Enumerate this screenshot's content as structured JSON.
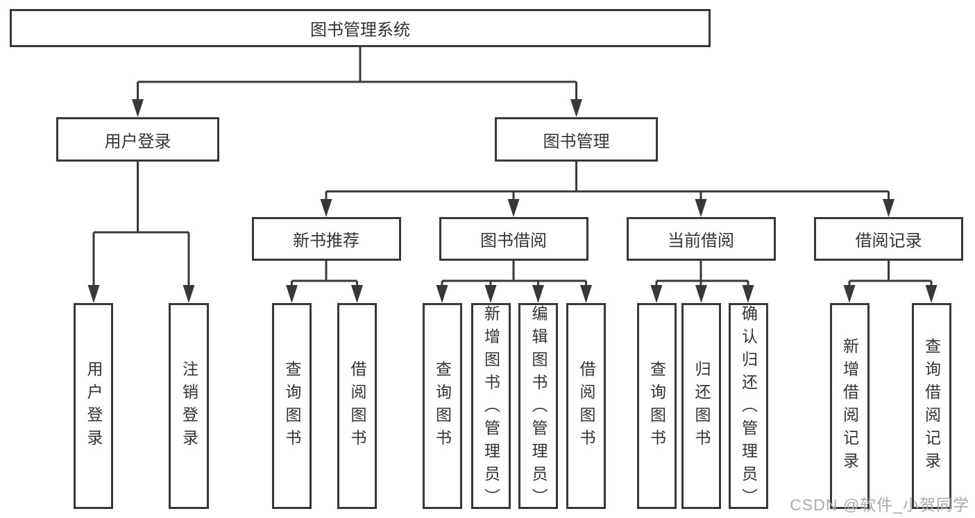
{
  "tree": {
    "root": "图书管理系统",
    "level2": {
      "user_login": "用户登录",
      "book_management": "图书管理"
    },
    "level3": {
      "new_book_recommend": "新书推荐",
      "book_borrow": "图书借阅",
      "current_borrow": "当前借阅",
      "borrow_records": "借阅记录"
    },
    "leaves": {
      "user_login": "用户登录",
      "logout": "注销登录",
      "recommend_query_books": "查询图书",
      "recommend_borrow_books": "借阅图书",
      "borrow_query_books": "查询图书",
      "borrow_add_books": "新增图书（管理员）",
      "borrow_edit_books": "编辑图书（管理员）",
      "borrow_borrow_books": "借阅图书",
      "current_query_books": "查询图书",
      "current_return_books": "归还图书",
      "current_confirm_return": "确认归还（管理员）",
      "records_add_record": "新增借阅记录",
      "records_query_record": "查询借阅记录"
    }
  },
  "watermark": "CSDN @软件_小贺同学",
  "colors": {
    "line": "#383838",
    "box_fill": "#ffffff",
    "text": "#333333",
    "watermark": "#aaaaaa"
  }
}
